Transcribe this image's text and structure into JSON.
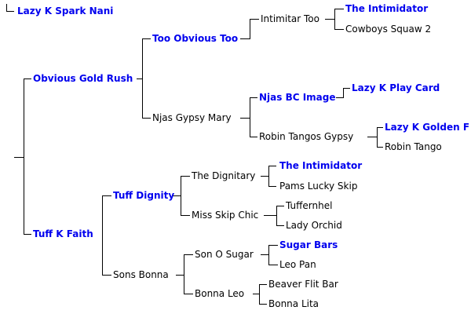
{
  "pedigree": {
    "subject": {
      "name": "Lazy K Spark Nani",
      "link": true
    },
    "sire": {
      "name": "Obvious Gold Rush",
      "link": true,
      "sire": {
        "name": "Too Obvious Too",
        "link": true,
        "sire": {
          "name": "Intimitar Too",
          "link": false,
          "sire": {
            "name": "The Intimidator",
            "link": true
          },
          "dam": {
            "name": "Cowboys Squaw 2",
            "link": false
          }
        },
        "dam": {
          "name": ""
        }
      },
      "dam": {
        "name": "Njas Gypsy Mary",
        "link": false,
        "sire": {
          "name": "Njas BC Image",
          "link": true,
          "sire": {
            "name": "Lazy K Play Card",
            "link": true
          },
          "dam": {
            "name": ""
          }
        },
        "dam": {
          "name": "Robin Tangos Gypsy",
          "link": false,
          "sire": {
            "name": "Lazy K Golden F",
            "link": true
          },
          "dam": {
            "name": "Robin Tango",
            "link": false
          }
        }
      }
    },
    "dam": {
      "name": "Tuff K Faith",
      "link": true,
      "sire": {
        "name": "Tuff Dignity",
        "link": true,
        "sire": {
          "name": "The Dignitary",
          "link": false,
          "sire": {
            "name": "The Intimidator",
            "link": true
          },
          "dam": {
            "name": "Pams Lucky Skip",
            "link": false
          }
        },
        "dam": {
          "name": "Miss Skip Chic",
          "link": false,
          "sire": {
            "name": "Tuffernhel",
            "link": false
          },
          "dam": {
            "name": "Lady Orchid",
            "link": false
          }
        }
      },
      "dam": {
        "name": "Sons Bonna",
        "link": false,
        "sire": {
          "name": "Son O Sugar",
          "link": false,
          "sire": {
            "name": "Sugar Bars",
            "link": true
          },
          "dam": {
            "name": "Leo Pan",
            "link": false
          }
        },
        "dam": {
          "name": "Bonna Leo",
          "link": false,
          "sire": {
            "name": "Beaver Flit Bar",
            "link": false
          },
          "dam": {
            "name": "Bonna Lita",
            "link": false
          }
        }
      }
    }
  }
}
